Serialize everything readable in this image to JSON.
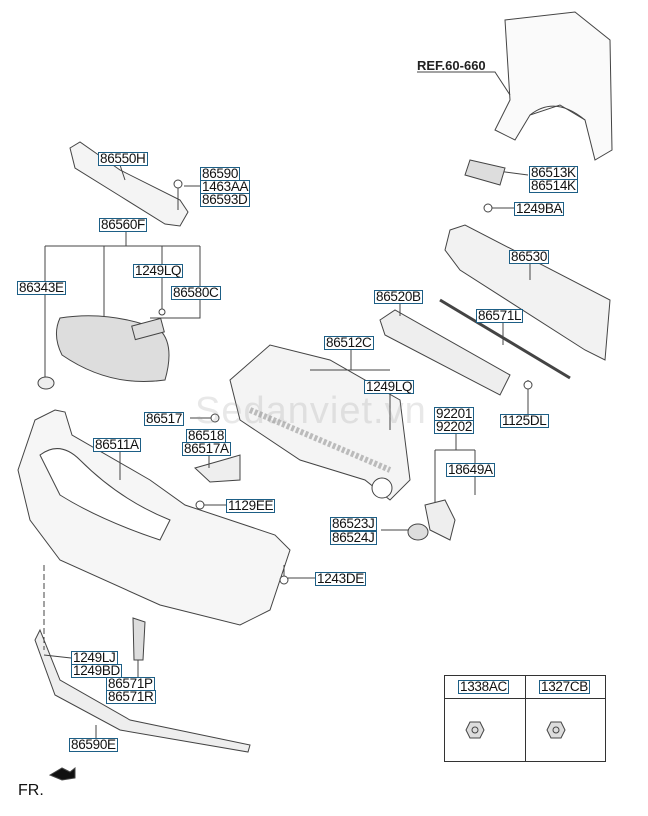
{
  "reference": "REF.60-660",
  "direction_label": "FR.",
  "watermark": "Sedanviet.vn",
  "labels": {
    "p86550H": "86550H",
    "p86590": "86590",
    "p1463AA": "1463AA",
    "p86593D": "86593D",
    "p86560F": "86560F",
    "p1249LQ_a": "1249LQ",
    "p86343E": "86343E",
    "p86580C": "86580C",
    "p86513K": "86513K",
    "p86514K": "86514K",
    "p1249BA": "1249BA",
    "p86530": "86530",
    "p86520B": "86520B",
    "p86571L": "86571L",
    "p86512C": "86512C",
    "p1249LQ_b": "1249LQ",
    "p92201": "92201",
    "p92202": "92202",
    "p1125DL": "1125DL",
    "p86517": "86517",
    "p86518": "86518",
    "p86517A": "86517A",
    "p86511A": "86511A",
    "p18649A": "18649A",
    "p1129EE": "1129EE",
    "p86523J": "86523J",
    "p86524J": "86524J",
    "p1243DE": "1243DE",
    "p1249LJ": "1249LJ",
    "p1249BD": "1249BD",
    "p86571P": "86571P",
    "p86571R": "86571R",
    "p86590E": "86590E"
  },
  "nut_table": {
    "headers": [
      "1338AC",
      "1327CB"
    ]
  },
  "colors": {
    "label_border": "#1d5f86",
    "line": "#444444"
  }
}
